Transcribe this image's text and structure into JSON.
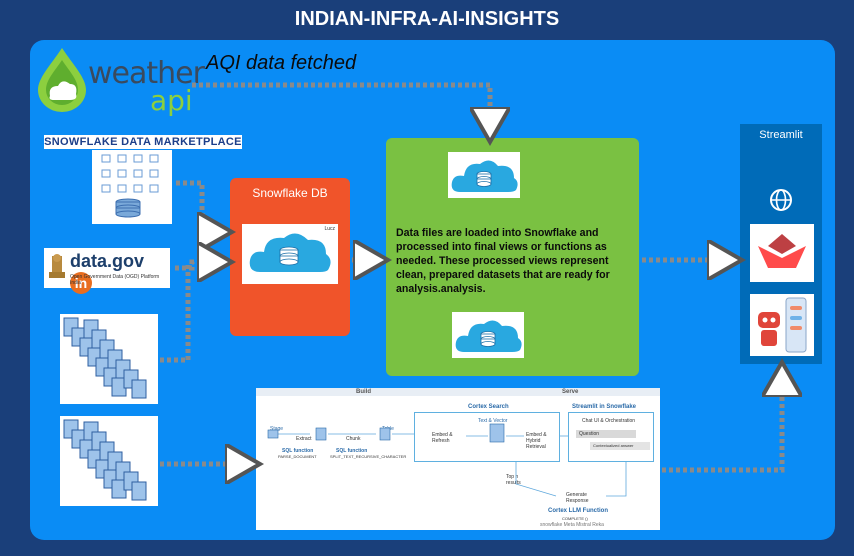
{
  "title": "INDIAN-INFRA-AI-INSIGHTS",
  "weather": {
    "word": "weather",
    "api": "api"
  },
  "aqi_label": "AQI data fetched",
  "marketplace": {
    "label": "SNOWFLAKE DATA MARKETPLACE"
  },
  "datagov": {
    "word": "data.gov",
    "suffix": "in",
    "tag": "Open Government Data (OGD) Platform India"
  },
  "snowflake_db": {
    "title": "Snowflake DB",
    "tag": "Lucz"
  },
  "processing": {
    "text": "Data files are loaded into Snowflake and processed into final views or functions as needed. These processed views represent clean, prepared datasets that are ready for analysis.analysis."
  },
  "streamlit": {
    "title": "Streamlit"
  },
  "build_serve": {
    "build": "Build",
    "serve": "Serve",
    "cortex_search": "Cortex Search",
    "streamlit_in_snowflake": "Streamlit in Snowflake",
    "chat_ui": "Chat UI & Orchestration",
    "stage": "Stage",
    "extract": "Extract",
    "chunk": "Chunk",
    "table": "Table",
    "sql_fn1": "SQL function",
    "sql_fn1_name": "PARSE_DOCUMENT",
    "sql_fn2": "SQL function",
    "sql_fn2_name": "SPLIT_TEXT_RECURSIVE_CHARACTER",
    "embed": "Embed & Refresh",
    "text_vector": "Text & Vector",
    "hybrid": "Embed & Hybrid Retrieval",
    "question": "Question",
    "answer": "Contextualized answer",
    "top_n": "Top n results",
    "generate": "Generate Response",
    "cortex_llm": "Cortex LLM Function",
    "complete": "COMPLETE ()",
    "models": "snowflake  Meta  Mistral  Reka"
  },
  "colors": {
    "background": "#1a3f7a",
    "canvas": "#0a8cf5",
    "snowflake_db": "#f0542a",
    "processing": "#7ac142",
    "streamlit": "#006bb8",
    "arrow": "#8a8a8a"
  }
}
